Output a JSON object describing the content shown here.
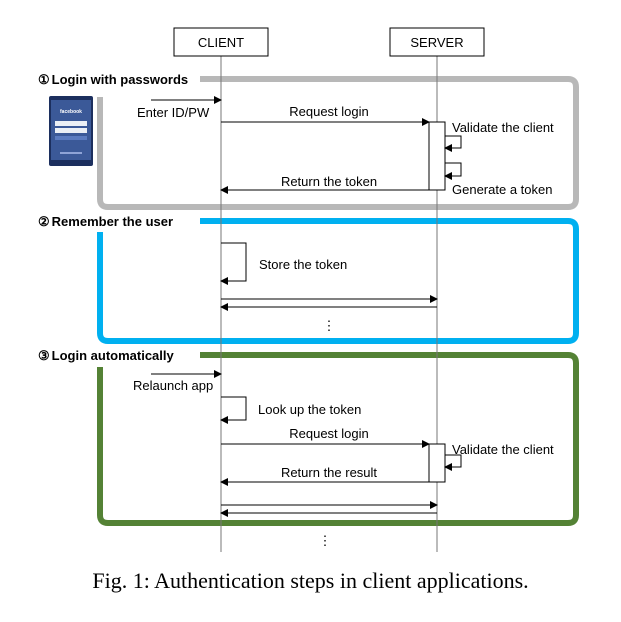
{
  "participants": {
    "client": "CLIENT",
    "server": "SERVER"
  },
  "sections": [
    {
      "number": "①",
      "title": "Login with passwords",
      "color": "#b8b8b8"
    },
    {
      "number": "②",
      "title": "Remember the user",
      "color": "#00b0f0"
    },
    {
      "number": "③",
      "title": "Login automatically",
      "color": "#548235"
    }
  ],
  "phone": {
    "brand": "facebook",
    "color": "#3b5998"
  },
  "messages": {
    "enter_id_pw": "Enter ID/PW",
    "request_login_1": "Request login",
    "validate_client_1": "Validate the client",
    "return_token": "Return the token",
    "generate_token": "Generate a token",
    "store_token": "Store the token",
    "ellipsis_1": "⋮",
    "relaunch_app": "Relaunch app",
    "look_up_token": "Look up the token",
    "request_login_2": "Request login",
    "validate_client_2": "Validate the client",
    "return_result": "Return the result",
    "ellipsis_2": "⋮"
  },
  "caption": "Fig. 1: Authentication steps in client applications."
}
